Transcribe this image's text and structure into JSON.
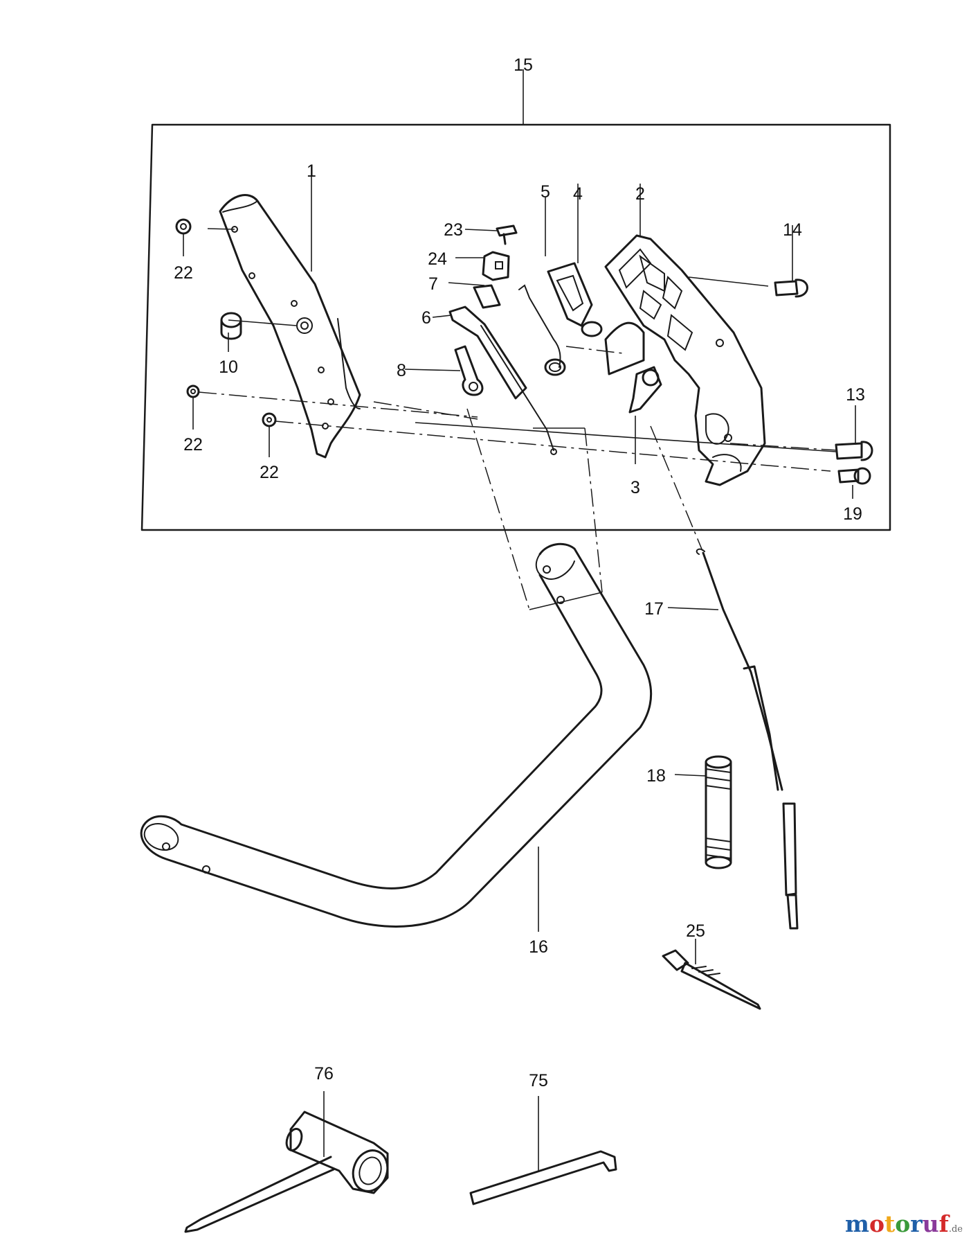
{
  "labels": {
    "l1": "1",
    "l2": "2",
    "l3": "3",
    "l4": "4",
    "l5": "5",
    "l6": "6",
    "l7": "7",
    "l8": "8",
    "l10": "10",
    "l13": "13",
    "l14": "14",
    "l15": "15",
    "l16": "16",
    "l17": "17",
    "l18": "18",
    "l19": "19",
    "l22a": "22",
    "l22b": "22",
    "l22c": "22",
    "l23": "23",
    "l24": "24",
    "l25": "25",
    "l75": "75",
    "l76": "76"
  },
  "watermark": {
    "text": "motoruf",
    "tld": ".de",
    "letter_colors": [
      "#1f5fa8",
      "#d42a2a",
      "#f0a81c",
      "#3a9a3a",
      "#1f5fa8",
      "#8a3a9a",
      "#d42a2a"
    ]
  }
}
